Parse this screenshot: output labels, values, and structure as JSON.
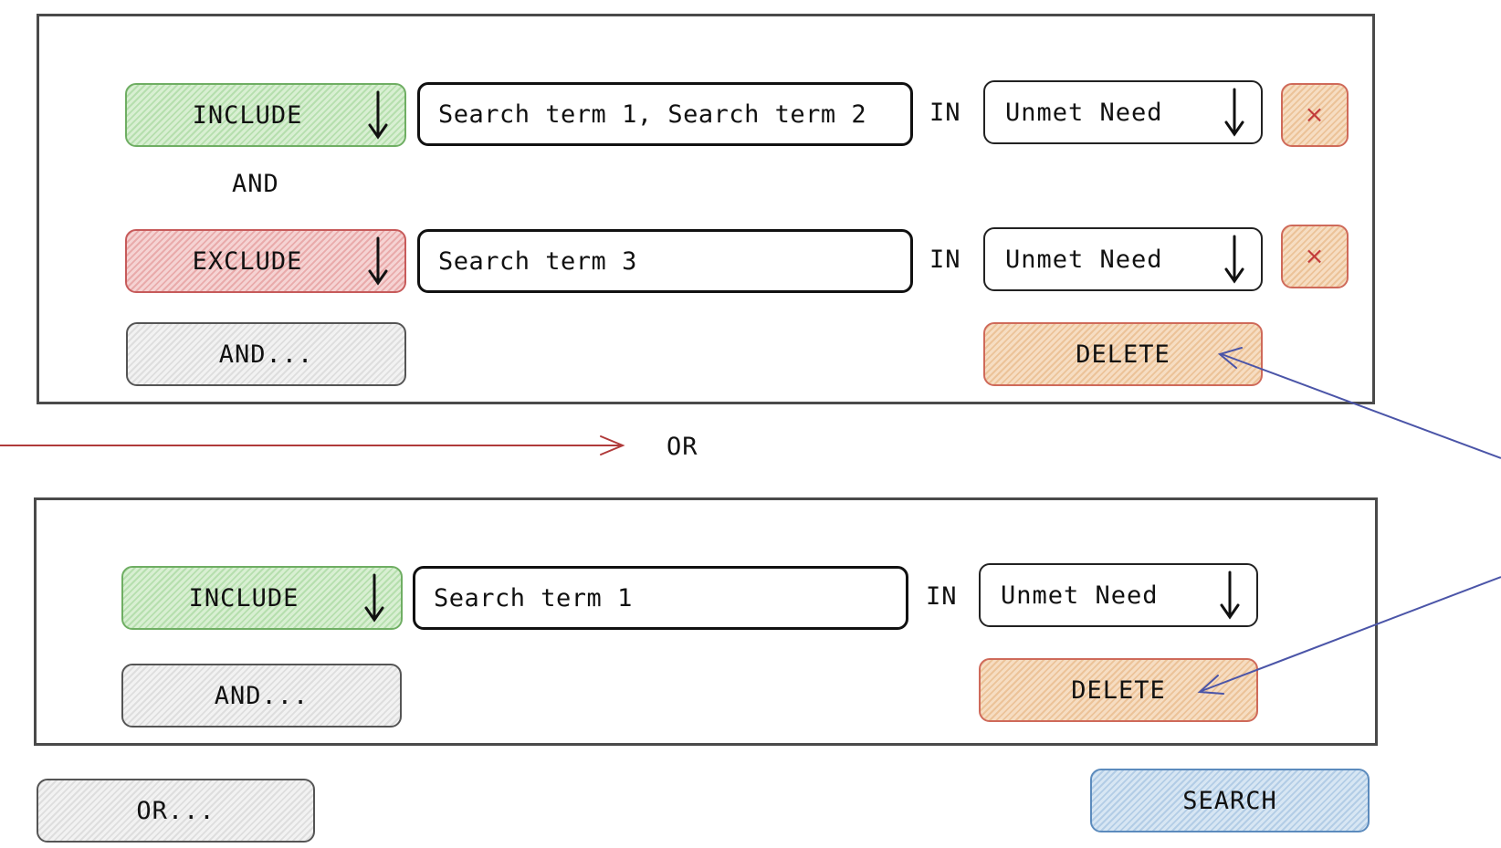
{
  "groups": [
    {
      "rows": [
        {
          "mode": "INCLUDE",
          "terms": "Search term 1, Search term 2",
          "in": "IN",
          "field": "Unmet Need",
          "remove": "×"
        },
        {
          "mode": "EXCLUDE",
          "terms": "Search term 3",
          "in": "IN",
          "field": "Unmet Need",
          "remove": "×"
        }
      ],
      "connector": "AND",
      "and_button": "AND...",
      "delete_button": "DELETE"
    },
    {
      "rows": [
        {
          "mode": "INCLUDE",
          "terms": "Search term 1",
          "in": "IN",
          "field": "Unmet Need"
        }
      ],
      "and_button": "AND...",
      "delete_button": "DELETE"
    }
  ],
  "or_separator": "OR",
  "or_button": "OR...",
  "search_button": "SEARCH",
  "icons": {
    "dropdown": "arrow-down-icon",
    "remove": "close-icon"
  },
  "colors": {
    "include": "#b6dfae",
    "exclude": "#e9abab",
    "delete": "#ecc399",
    "search": "#b3cde6",
    "neutral": "#dedede",
    "red_arrow": "#b03a3a",
    "blue_arrow": "#4b55a8"
  }
}
